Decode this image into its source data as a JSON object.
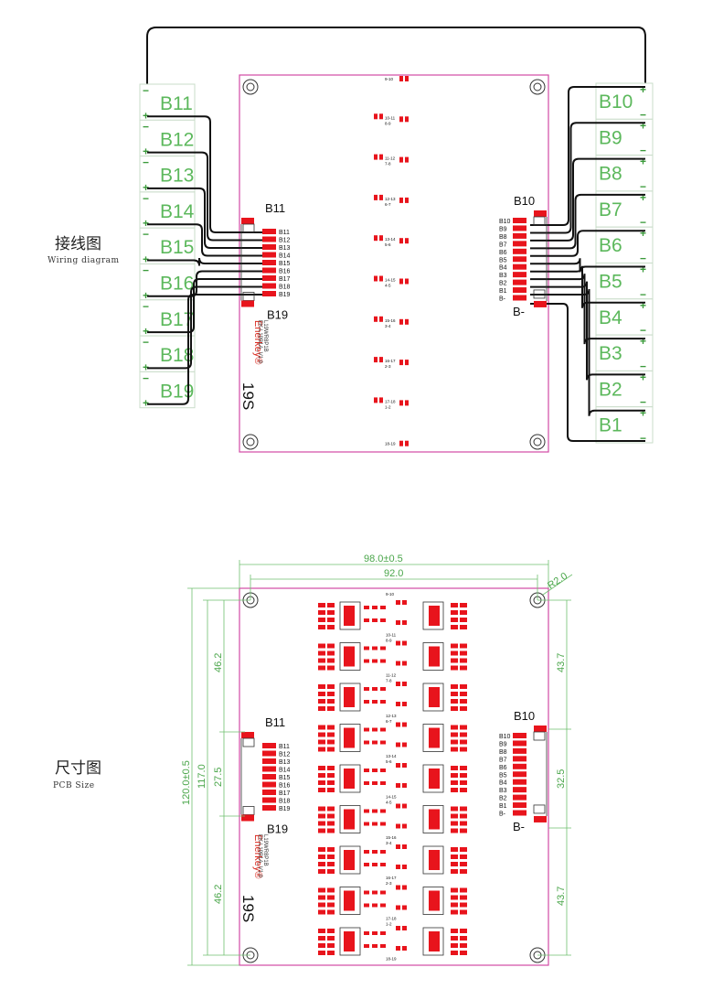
{
  "wiring": {
    "title_cn": "接线图",
    "title_en": "Wiring diagram",
    "left_cells": [
      "B11",
      "B12",
      "B13",
      "B14",
      "B15",
      "B16",
      "B17",
      "B18",
      "B19"
    ],
    "right_cells": [
      "B10",
      "B9",
      "B8",
      "B7",
      "B6",
      "B5",
      "B4",
      "B3",
      "B2",
      "B1"
    ],
    "plus": "+",
    "minus": "−"
  },
  "pcb": {
    "left_connector_title": "B11",
    "left_connector_bottom": "B19",
    "left_pins": [
      "B11",
      "B12",
      "B13",
      "B14",
      "B15",
      "B16",
      "B17",
      "B18",
      "B19"
    ],
    "right_connector_title": "B10",
    "right_connector_bottom": "B-",
    "right_pins": [
      "B10",
      "B9",
      "B8",
      "B7",
      "B6",
      "B5",
      "B4",
      "B3",
      "B2",
      "B1",
      "B-"
    ],
    "series": "19S",
    "brand": "Enerkey®",
    "model_line1": "EK-L19B1A_V1.0",
    "model_line2": "L19WR8P1B",
    "balance_labels": [
      "9-10",
      "10-11",
      "8-9",
      "11-12",
      "7-8",
      "12-13",
      "6-7",
      "13-14",
      "5-6",
      "14-15",
      "4-5",
      "15-16",
      "3-4",
      "16-17",
      "2-3",
      "17-18",
      "1-2",
      "18-19"
    ]
  },
  "size": {
    "title_cn": "尺寸图",
    "title_en": "PCB Size",
    "dim_total_width": "98.0±0.5",
    "dim_hole_width": "92.0",
    "dim_radius": "R2.0",
    "dim_total_height": "120.0±0.5",
    "dim_hole_height": "117.0",
    "dim_left_top": "46.2",
    "dim_left_mid": "27.5",
    "dim_left_bottom": "46.2",
    "dim_right_top": "43.7",
    "dim_right_mid": "32.5",
    "dim_right_bottom": "43.7"
  }
}
